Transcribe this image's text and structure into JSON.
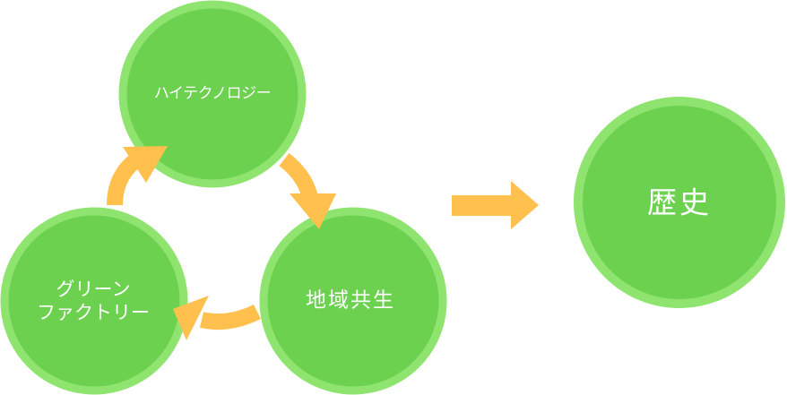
{
  "diagram": {
    "nodes": {
      "hitech": {
        "label": "ハイテクノロジー"
      },
      "chiiki": {
        "label": "地域共生"
      },
      "green": {
        "line1": "グリーン",
        "line2": "ファクトリー"
      },
      "rekishi": {
        "label": "歴史"
      }
    },
    "colors": {
      "circle_fill": "#6bd14f",
      "circle_ring": "#8ee46f",
      "arrow": "#ffc04d",
      "text": "#ffffff"
    }
  }
}
